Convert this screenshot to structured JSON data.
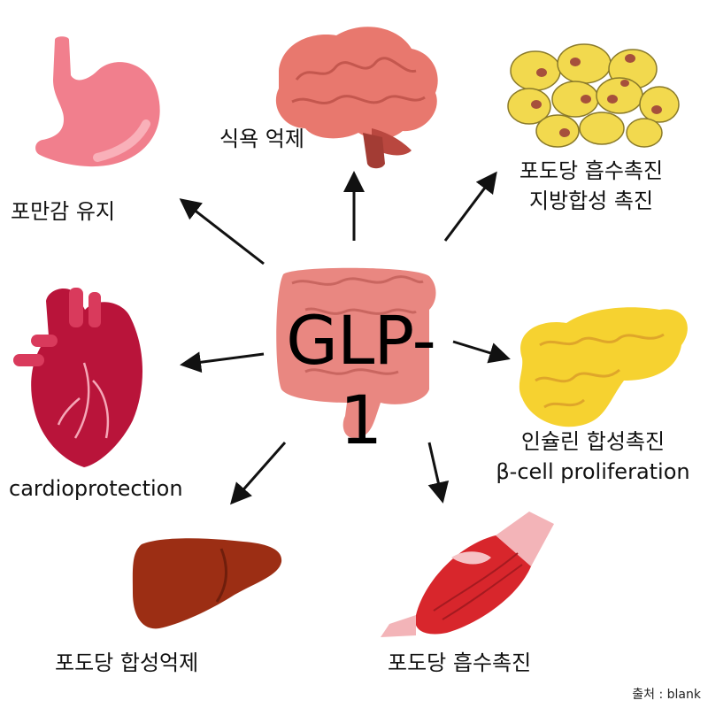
{
  "center": {
    "title": "GLP-1"
  },
  "effects": {
    "stomach": "포만감 유지",
    "brain": "식욕 억제",
    "fat": [
      "포도당 흡수촉진",
      "지방합성 촉진"
    ],
    "pancreas": [
      "인슐린 합성촉진",
      "β-cell proliferation"
    ],
    "heart": "cardioprotection",
    "liver": "포도당 합성억제",
    "muscle": "포도당 흡수촉진"
  },
  "source": "출처 : blank",
  "colors": {
    "stomach": "#f17f8d",
    "brain": "#e8786e",
    "fat": "#f2d94e",
    "pancreas": "#f6d230",
    "heart": "#b9143a",
    "liver": "#9c2e14",
    "muscle": "#d8262c",
    "intestine": "#e98781",
    "arrow": "#111111"
  },
  "icons": [
    "stomach-icon",
    "brain-icon",
    "fat-cells-icon",
    "pancreas-icon",
    "heart-icon",
    "liver-icon",
    "muscle-icon",
    "intestine-icon"
  ]
}
